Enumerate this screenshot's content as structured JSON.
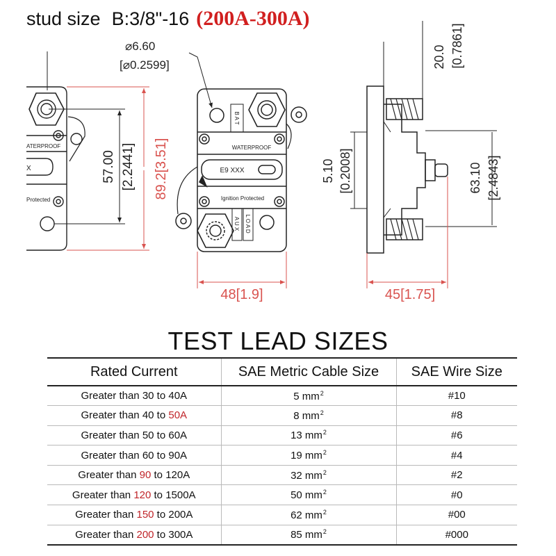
{
  "header": {
    "stud_label": "stud size",
    "stud_value": "B:3/8\"-16",
    "range": "(200A-300A)"
  },
  "drawing": {
    "hole_dia_mm": "⌀6.60",
    "hole_dia_in": "[⌀0.2599]",
    "height_total": "89.2[3.51]",
    "stud_spacing_mm": "57.00",
    "stud_spacing_in": "[2.2441]",
    "width_front": "48[1.9]",
    "width_side": "45[1.75]",
    "stud_length_mm": "20.0",
    "stud_length_in": "[0.7861]",
    "stud_height_mm": "63.10",
    "stud_height_in": "[2.4843]",
    "flange_mm": "5.10",
    "flange_in": "[0.2008]",
    "waterproof_label": "WATERPROOF",
    "model_label": "E9 XXX",
    "ignition_label": "Ignition Protected",
    "left_fragment_waterproof": "ATERPROOF",
    "left_fragment_model": "X",
    "left_fragment_ignition": "Protected",
    "terminal_bat": "B A T",
    "terminal_aux": "A U X",
    "terminal_load": "L O A D",
    "colors": {
      "dimension_red": "#d9534f",
      "outline": "#222222",
      "title_red": "#d11f1f"
    }
  },
  "table": {
    "title": "TEST LEAD SIZES",
    "headers": [
      "Rated Current",
      "SAE Metric Cable Size",
      "SAE Wire Size"
    ],
    "rows": [
      {
        "pre": "Greater than 30 to ",
        "red": "",
        "post": "40A",
        "cable": "5 mm",
        "sup": "2",
        "wire": "#10"
      },
      {
        "pre": "Greater than 40 to ",
        "red": "50A",
        "post": "",
        "cable": "8 mm",
        "sup": "2",
        "wire": "#8"
      },
      {
        "pre": "Greater than 50 to 60A",
        "red": "",
        "post": "",
        "cable": "13 mm",
        "sup": "2",
        "wire": "#6"
      },
      {
        "pre": "Greater than 60 to 90A",
        "red": "",
        "post": "",
        "cable": "19 mm",
        "sup": "2",
        "wire": "#4"
      },
      {
        "pre": "Greater than ",
        "red": "90",
        "post": " to 120A",
        "cable": "32 mm",
        "sup": "2",
        "wire": "#2"
      },
      {
        "pre": "Greater than ",
        "red": "120",
        "post": " to 1500A",
        "cable": "50 mm",
        "sup": "2",
        "wire": "#0"
      },
      {
        "pre": "Greater than ",
        "red": "150",
        "post": " to 200A",
        "cable": "62 mm",
        "sup": "2",
        "wire": "#00"
      },
      {
        "pre": "Greater than ",
        "red": "200",
        "post": " to 300A",
        "cable": "85 mm",
        "sup": "2",
        "wire": "#000"
      }
    ]
  }
}
